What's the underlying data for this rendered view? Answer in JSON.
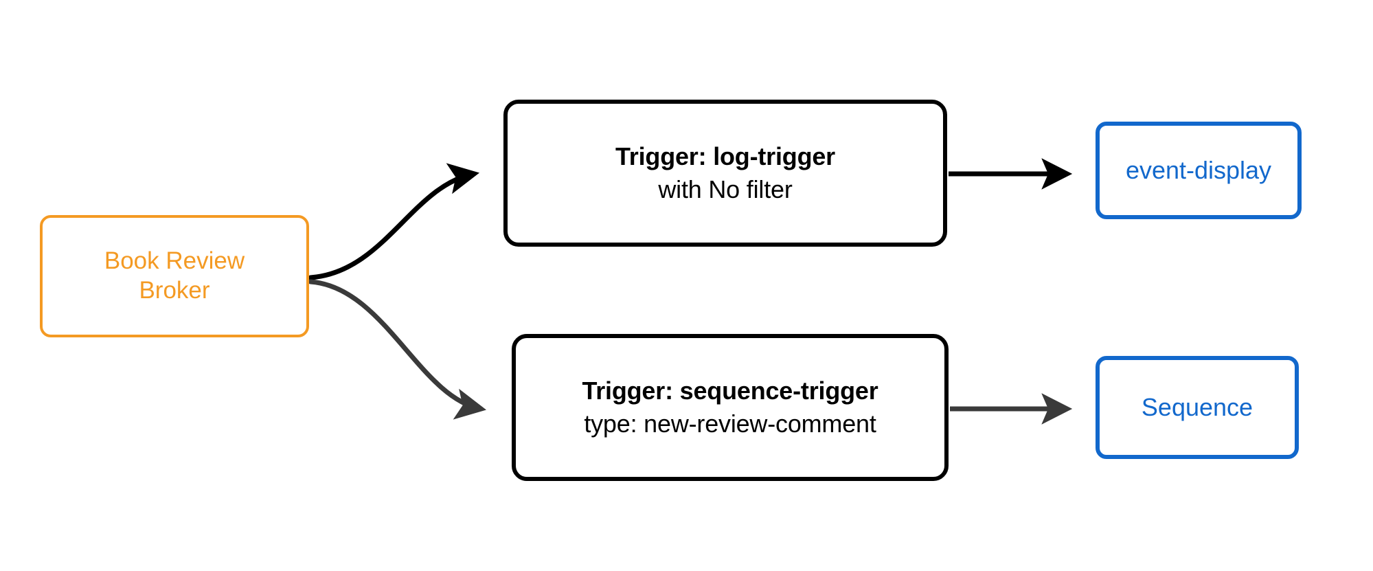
{
  "diagram": {
    "background_color": "#ffffff",
    "nodes": {
      "broker": {
        "line1": "Book Review",
        "line2": "Broker",
        "color": "#f49a23"
      },
      "trigger_log": {
        "title": "Trigger: log-trigger",
        "subtitle": "with No filter",
        "color": "#000000"
      },
      "trigger_sequence": {
        "title": "Trigger: sequence-trigger",
        "subtitle": "type: new-review-comment",
        "color": "#000000"
      },
      "sink_event_display": {
        "label": "event-display",
        "color": "#1268cc"
      },
      "sink_sequence": {
        "label": "Sequence",
        "color": "#1268cc"
      }
    },
    "edges": [
      {
        "name": "broker-to-log-trigger",
        "from": "broker",
        "to": "trigger_log",
        "color": "#000000",
        "style": "curved"
      },
      {
        "name": "broker-to-sequence-trigger",
        "from": "broker",
        "to": "trigger_sequence",
        "color": "#3a3a3a",
        "style": "curved"
      },
      {
        "name": "log-trigger-to-event-display",
        "from": "trigger_log",
        "to": "sink_event_display",
        "color": "#000000",
        "style": "straight"
      },
      {
        "name": "sequence-trigger-to-sequence",
        "from": "trigger_sequence",
        "to": "sink_sequence",
        "color": "#3a3a3a",
        "style": "straight"
      }
    ]
  }
}
